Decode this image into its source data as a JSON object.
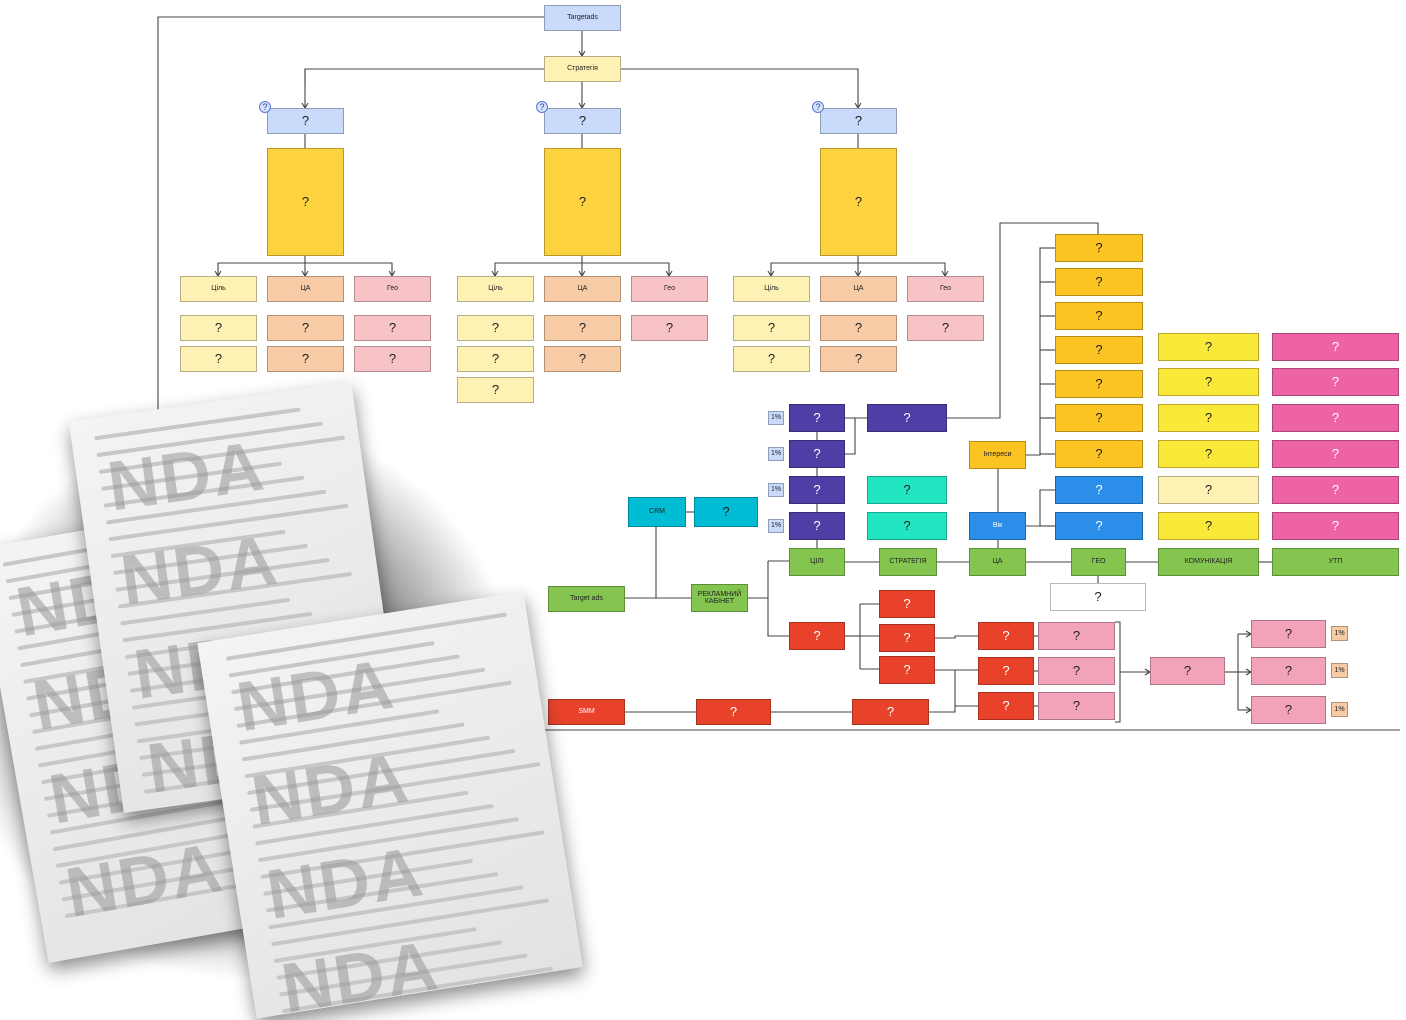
{
  "diagram": {
    "unknown_label": "?",
    "top_label": "Targetads",
    "strategy_label": "Стратегія",
    "column_labels": {
      "goals": "Ціль",
      "audience": "ЦА",
      "geo": "Гео"
    },
    "tag_label": "1%",
    "targetads_label": "Target ads",
    "crm_label": "CRM",
    "ad_cabinet_label": "РЕКЛАМНИЙ КАБІНЕТ",
    "smm_label": "SMM",
    "interests_label": "Інтереси",
    "age_label": "Вік",
    "category_labels": [
      "ЦІЛІ",
      "СТРАТЕГІЯ",
      "ЦА",
      "ГЕО",
      "КОМУНІКАЦІЯ",
      "УТП"
    ]
  },
  "documents": {
    "watermark": "NDA"
  },
  "colors": {
    "blue_light": "#c9dafa",
    "yellow_dark": "#fcd33f",
    "yellow_light": "#fdf1b4",
    "peach": "#f6cba6",
    "pink_light": "#f8c3c6",
    "purple": "#4e3fa6",
    "teal": "#00bcd4",
    "mint": "#21e6c1",
    "green": "#84c54f",
    "red": "#e8432a",
    "pink": "#f2a2b9",
    "amber": "#fbc423",
    "yellow": "#fbe93a",
    "magenta": "#ee63a4",
    "blue": "#2b8ee8"
  }
}
